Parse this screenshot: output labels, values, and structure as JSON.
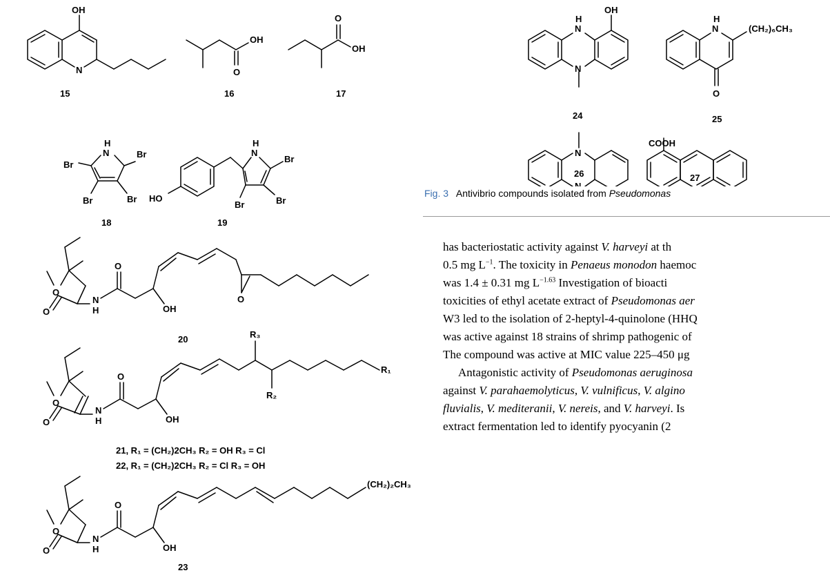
{
  "compounds": {
    "c15": "15",
    "c16": "16",
    "c17": "17",
    "c18": "18",
    "c19": "19",
    "c20": "20",
    "c21": "21, R₁ = (CH₂)2CH₃  R₂ = OH  R₃ = Cl",
    "c22": "22, R₁ = (CH₂)2CH₃  R₂ = Cl  R₃ = OH",
    "c23": "23",
    "c24": "24",
    "c25": "25",
    "c26": "26",
    "c27": "27"
  },
  "atoms": {
    "OH": "OH",
    "O": "O",
    "N": "N",
    "H": "H",
    "Br": "Br",
    "HO": "HO",
    "Cl": "Cl",
    "R1": "R₁",
    "R2": "R₂",
    "R3": "R₃",
    "COOH": "COOH",
    "heptyl": "(CH₂)₆CH₃",
    "propyl": "(CH₂)₂CH₃"
  },
  "caption": {
    "fig_num": "Fig. 3",
    "text": "Antivibrio compounds isolated from ",
    "genus": "Pseudomonas"
  },
  "body": {
    "l1_a": "has bacteriostatic activity against ",
    "l1_b": "V. harveyi",
    "l1_c": " at th",
    "l2_a": "0.5 mg L",
    "l2_sup": "−1",
    "l2_b": ". The toxicity in ",
    "l2_c": "Penaeus monodon",
    "l2_d": " haemoc",
    "l3_a": "was 1.4 ± 0.31 mg L",
    "l3_sup": "−1.63",
    "l3_b": " Investigation of bioacti",
    "l4_a": "toxicities of ethyl acetate extract of ",
    "l4_b": "Pseudomonas aer",
    "l5": "W3 led to the isolation of 2-heptyl-4-quinolone (HHQ",
    "l6": "was active against 18 strains of shrimp pathogenic of",
    "l7": "The compound was active at MIC value 225–450 μg",
    "l8_a": "Antagonistic activity of ",
    "l8_b": "Pseudomonas aeruginosa",
    "l9_a": "against ",
    "l9_b": "V. parahaemolyticus",
    "l9_c": ", ",
    "l9_d": "V. vulnificus",
    "l9_e": ", ",
    "l9_f": "V. algino",
    "l10_a": "fluvialis",
    "l10_b": ", ",
    "l10_c": "V. mediteranii",
    "l10_d": ", ",
    "l10_e": "V. nereis",
    "l10_f": ", and ",
    "l10_g": "V. harveyi",
    "l10_h": ". Is",
    "l11": "extract fermentation led to identify pyocyanin (2"
  }
}
